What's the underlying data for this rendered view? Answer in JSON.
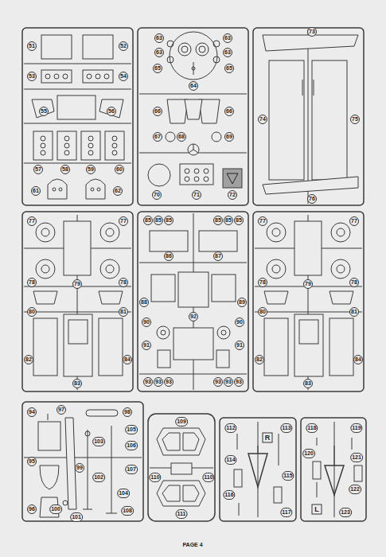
{
  "diagram": {
    "labels": [
      "51",
      "52",
      "53",
      "54",
      "55",
      "56",
      "57",
      "58",
      "59",
      "60",
      "61",
      "62",
      "63",
      "63",
      "63",
      "63",
      "65",
      "65",
      "64",
      "66",
      "66",
      "67",
      "68",
      "69",
      "70",
      "71",
      "72",
      "73",
      "74",
      "75",
      "76",
      "77",
      "77",
      "78",
      "78",
      "79",
      "80",
      "81",
      "82",
      "83",
      "84",
      "85",
      "85",
      "85",
      "85",
      "85",
      "85",
      "86",
      "87",
      "88",
      "89",
      "90",
      "90",
      "91",
      "91",
      "92",
      "93",
      "93",
      "93",
      "93",
      "93",
      "93",
      "77",
      "77",
      "78",
      "78",
      "79",
      "80",
      "81",
      "82",
      "83",
      "84",
      "94",
      "95",
      "96",
      "97",
      "98",
      "99",
      "100",
      "101",
      "102",
      "103",
      "104",
      "105",
      "106",
      "107",
      "108",
      "109",
      "110",
      "110",
      "111",
      "R",
      "112",
      "113",
      "114",
      "115",
      "116",
      "117",
      "L",
      "118",
      "119",
      "120",
      "121",
      "122",
      "123",
      "PAGE 4"
    ]
  }
}
